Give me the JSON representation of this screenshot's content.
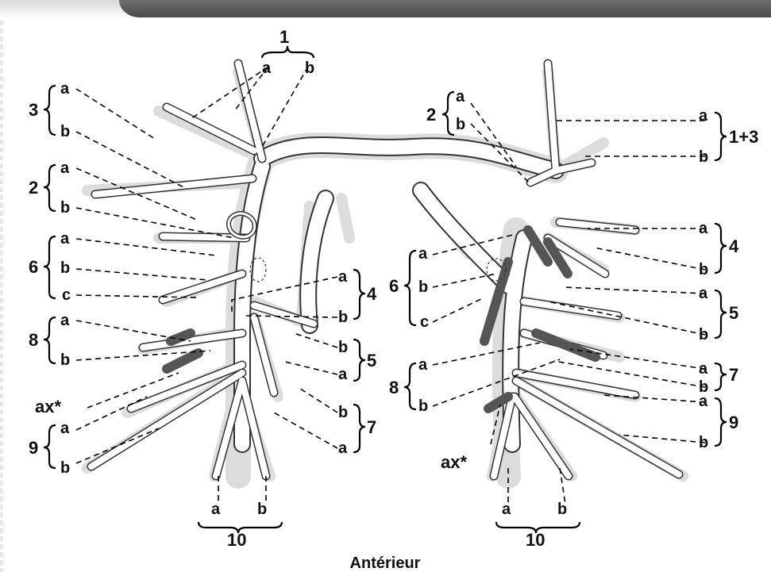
{
  "footer": {
    "anterior": "Antérieur"
  },
  "labels": {
    "left": {
      "seg1": "1",
      "seg1_a": "a",
      "seg1_b": "b",
      "seg3": "3",
      "seg3_a": "a",
      "seg3_b": "b",
      "seg2": "2",
      "seg2_a": "a",
      "seg2_b": "b",
      "seg6": "6",
      "seg6_a": "a",
      "seg6_b": "b",
      "seg6_c": "c",
      "seg4": "4",
      "seg4_a": "a",
      "seg4_b": "b",
      "seg5": "5",
      "seg5_b": "b",
      "seg5_a": "a",
      "seg8": "8",
      "seg8_a": "a",
      "seg8_b": "b",
      "ax": "ax*",
      "seg7": "7",
      "seg7_b": "b",
      "seg7_a": "a",
      "seg9": "9",
      "seg9_a": "a",
      "seg9_b": "b",
      "seg10": "10",
      "seg10_a": "a",
      "seg10_b": "b"
    },
    "right": {
      "seg2": "2",
      "seg2_a": "a",
      "seg2_b": "b",
      "seg13": "1+3",
      "seg13_a": "a",
      "seg13_b": "b",
      "seg4": "4",
      "seg4_a": "a",
      "seg4_b": "b",
      "seg6": "6",
      "seg6_a": "a",
      "seg6_b": "b",
      "seg6_c": "c",
      "seg5": "5",
      "seg5_a": "a",
      "seg5_b": "b",
      "seg7": "7",
      "seg7_a": "a",
      "seg7_b": "b",
      "seg8": "8",
      "seg8_a": "a",
      "seg8_b": "b",
      "seg9": "9",
      "seg9_a": "a",
      "seg9_b": "b",
      "ax": "ax*",
      "seg10": "10",
      "seg10_a": "a",
      "seg10_b": "b"
    }
  }
}
